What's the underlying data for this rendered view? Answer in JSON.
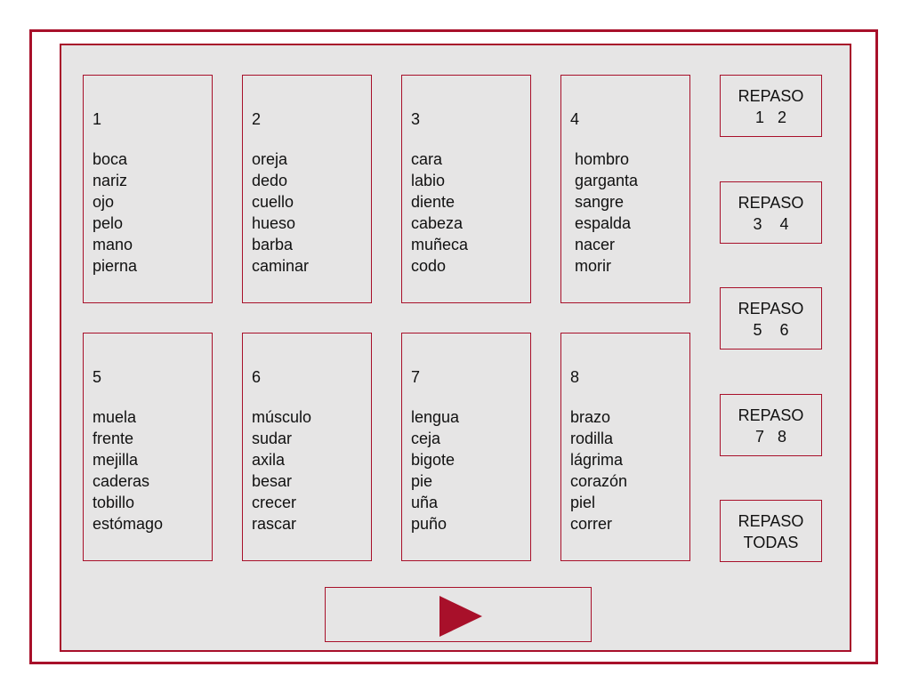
{
  "lists": [
    {
      "number": "1",
      "words": [
        "boca",
        "nariz",
        "ojo",
        "pelo",
        "mano",
        "pierna"
      ]
    },
    {
      "number": "2",
      "words": [
        "oreja",
        "dedo",
        "cuello",
        "hueso",
        "barba",
        "caminar"
      ]
    },
    {
      "number": "3",
      "words": [
        "cara",
        "labio",
        "diente",
        "cabeza",
        "muñeca",
        "codo"
      ]
    },
    {
      "number": "4",
      "words": [
        "hombro",
        "garganta",
        "sangre",
        "espalda",
        "nacer",
        "morir"
      ]
    },
    {
      "number": "5",
      "words": [
        "muela",
        "frente",
        "mejilla",
        "caderas",
        "tobillo",
        "estómago"
      ]
    },
    {
      "number": "6",
      "words": [
        "músculo",
        "sudar",
        "axila",
        "besar",
        "crecer",
        "rascar"
      ]
    },
    {
      "number": "7",
      "words": [
        "lengua",
        "ceja",
        "bigote",
        "pie",
        "uña",
        "puño"
      ]
    },
    {
      "number": "8",
      "words": [
        "brazo",
        "rodilla",
        "lágrima",
        "corazón",
        "piel",
        "correr"
      ]
    }
  ],
  "review_buttons": [
    {
      "line1": "REPASO",
      "line2": "1   2"
    },
    {
      "line1": "REPASO",
      "line2": "3    4"
    },
    {
      "line1": "REPASO",
      "line2": "5    6"
    },
    {
      "line1": "REPASO",
      "line2": "7   8"
    },
    {
      "line1": "REPASO",
      "line2": "TODAS"
    }
  ],
  "next_button": {
    "icon": "play-arrow-icon",
    "color": "#a8102a"
  },
  "colors": {
    "accent": "#a8102a",
    "panel": "#e6e5e5"
  }
}
